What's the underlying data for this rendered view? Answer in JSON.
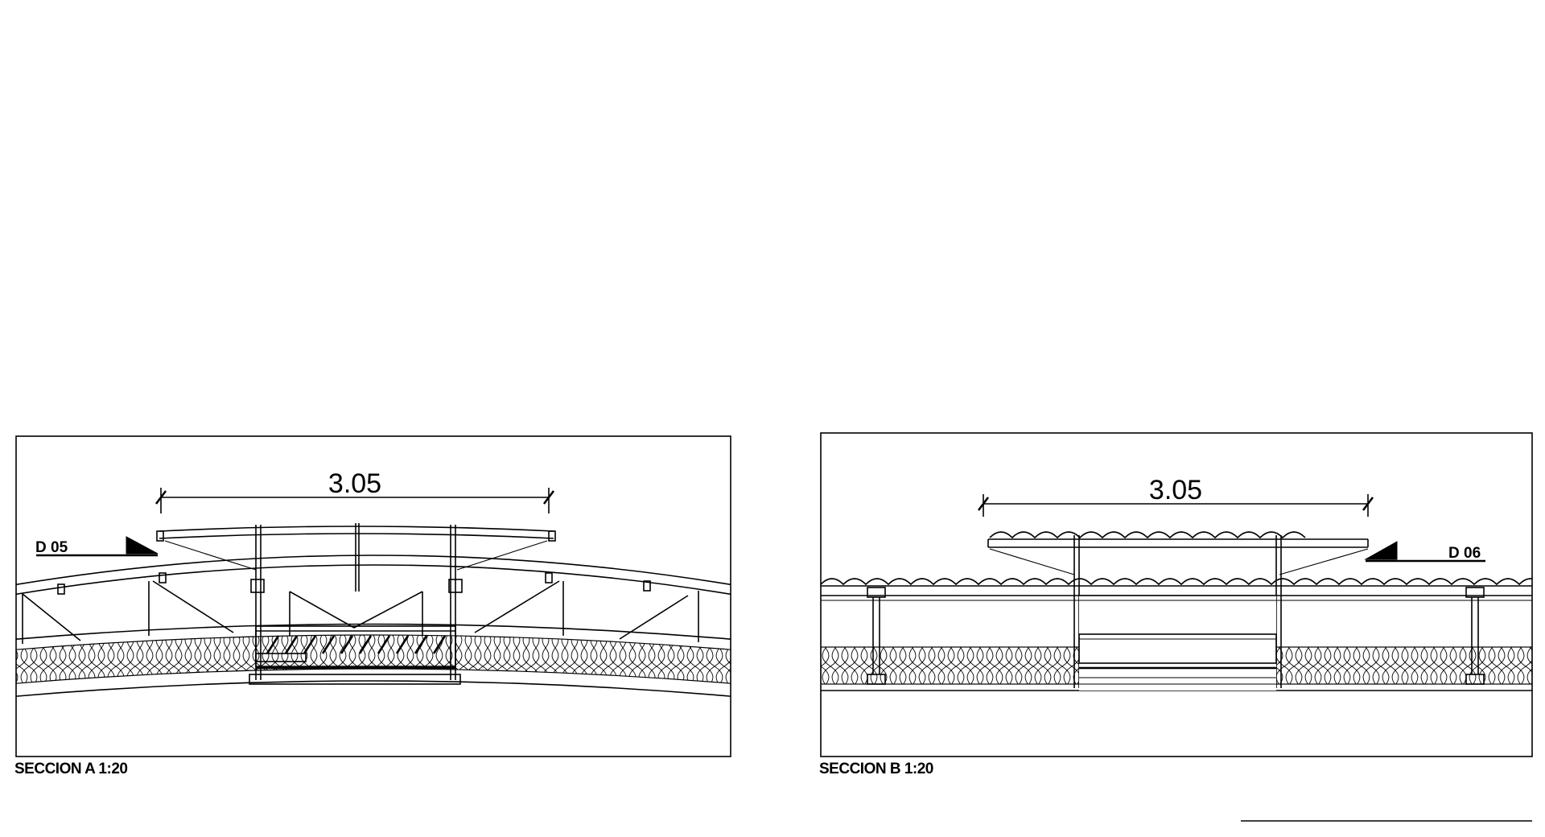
{
  "section_a": {
    "title": "SECCION A  1:20",
    "dimension": "3.05",
    "detail_tag": "D 05"
  },
  "section_b": {
    "title": "SECCION B  1:20",
    "dimension": "3.05",
    "detail_tag": "D 06"
  }
}
